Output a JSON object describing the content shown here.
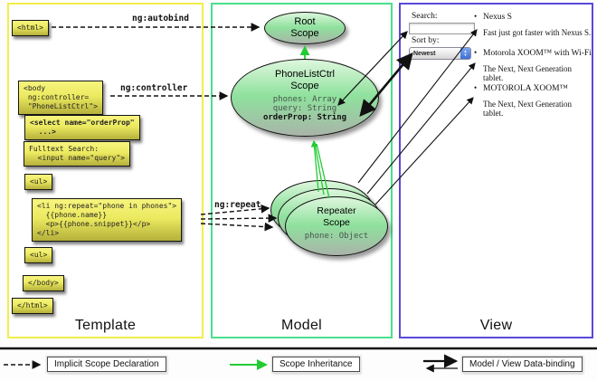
{
  "template_column": {
    "label": "Template",
    "boxes": {
      "html_open": "<html>",
      "body_open": "<body\n ng:controller=\n \"PhoneListCtrl\">",
      "select": "<select name=\"orderProp\"\n  ...>",
      "fulltext": "Fulltext Search:\n  <input name=\"query\">",
      "ul_open": "<ul>",
      "li_repeat": "<li ng:repeat=\"phone in phones\">\n  {{phone.name}}\n  <p>{{phone.snippet}}</p>\n</li>",
      "ul_close": "<ul>",
      "body_close": "</body>",
      "html_close": "</html>"
    },
    "directive_labels": {
      "autobind": "ng:autobind",
      "controller": "ng:controller",
      "repeat": "ng:repeat"
    }
  },
  "model_column": {
    "label": "Model",
    "root_scope": {
      "title": "Root\nScope"
    },
    "phonelist_scope": {
      "title": "PhoneListCtrl\nScope",
      "prop_phones": "phones: Array",
      "prop_query": "query: String",
      "prop_orderprop": "orderProp: String"
    },
    "repeater_scope": {
      "title": "Repeater\nScope",
      "prop_phone": "phone: Object"
    }
  },
  "view_column": {
    "label": "View",
    "search_label": "Search:",
    "search_value": "",
    "sort_label": "Sort by:",
    "sort_value": "Newest",
    "bullet": "•",
    "items": [
      {
        "name": "Nexus S",
        "desc": "Fast just got faster with Nexus S."
      },
      {
        "name": "Motorola XOOM™  with Wi-Fi",
        "desc": "The Next, Next Generation tablet."
      },
      {
        "name": "MOTOROLA XOOM™",
        "desc": "The Next, Next Generation tablet."
      }
    ]
  },
  "legend": {
    "implicit": "Implicit Scope Declaration",
    "inheritance": "Scope Inheritance",
    "binding": "Model / View Data-binding"
  },
  "colors": {
    "template_border": "#f2ee4a",
    "model_border": "#4ae08e",
    "view_border": "#5a48d8",
    "scope_green": "#8fe19d",
    "inheritance_arrow": "#22cc33"
  }
}
